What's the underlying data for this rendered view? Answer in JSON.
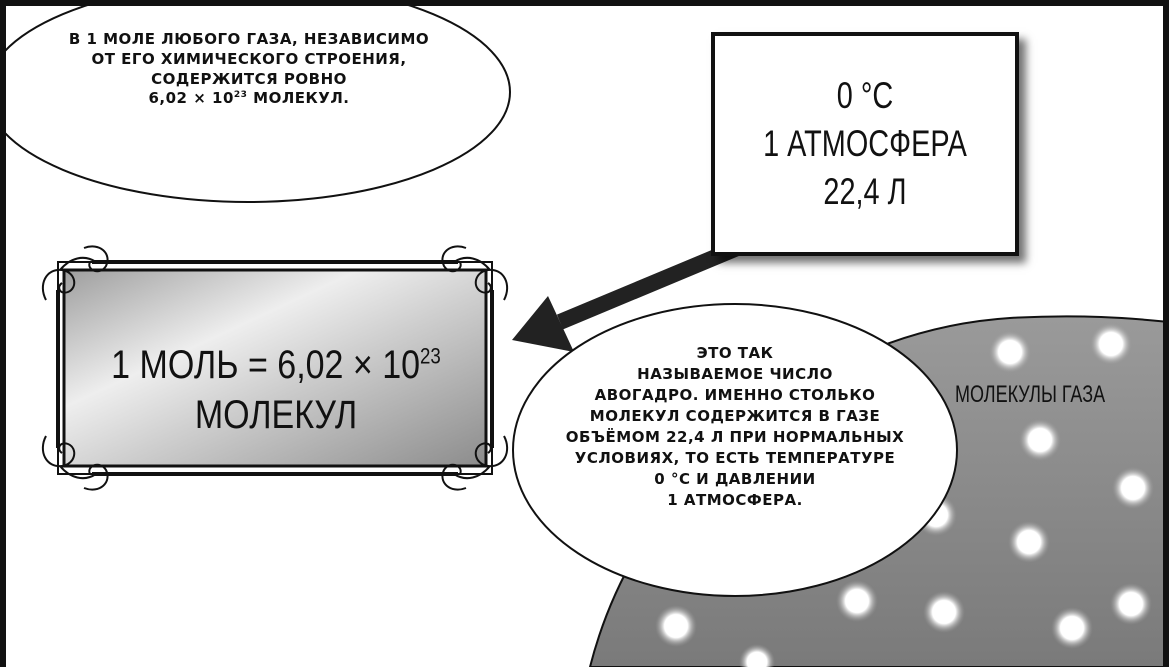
{
  "top_bubble": {
    "line1": "в 1 моле любого газа, независимо",
    "line2": "от его химического строения,",
    "line3": "содержится ровно",
    "line4_pre": "6,02 × 10",
    "line4_exp": "23",
    "line4_post": " молекул."
  },
  "conditions_box": {
    "temperature": "0 °C",
    "pressure": "1 атмосфера",
    "volume": "22,4 л"
  },
  "plaque": {
    "line1_pre": "1 моль = 6,02 × 10",
    "line1_exp": "23",
    "line2": "молекул"
  },
  "avogadro_bubble": {
    "line1": "это так",
    "line2": "называемое число",
    "line3": "Авогадро. Именно столько",
    "line4": "молекул содержится в газе",
    "line5": "объёмом 22,4 л при нормальных",
    "line6": "условиях, то есть температуре",
    "line7": "0 °C и давлении",
    "line8": "1 атмосфера."
  },
  "molecules_label": "Молекулы газа",
  "colors": {
    "ink": "#111111",
    "gas_sphere": "#8f8f8f",
    "plaque_metal": "#c8c8c8",
    "dots": "#ffffff"
  }
}
